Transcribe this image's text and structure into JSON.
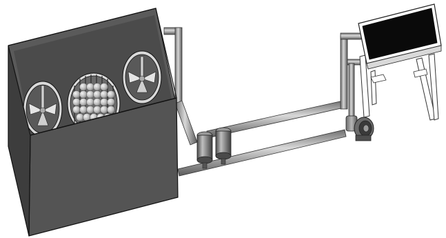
{
  "diagram": {
    "components": [
      {
        "id": "tank",
        "icon": "open-top-tank-icon"
      },
      {
        "id": "left-cylinder",
        "icon": "impeller-cylinder-icon"
      },
      {
        "id": "center-media-basket",
        "icon": "ball-media-basket-icon"
      },
      {
        "id": "right-cylinder",
        "icon": "impeller-cylinder-icon"
      },
      {
        "id": "filter-canister-1",
        "icon": "canister-icon"
      },
      {
        "id": "filter-canister-2",
        "icon": "canister-icon"
      },
      {
        "id": "pump",
        "icon": "pump-icon"
      },
      {
        "id": "solar-panel",
        "icon": "solar-panel-icon"
      },
      {
        "id": "panel-stand",
        "icon": "stand-icon"
      }
    ],
    "pipes": [
      {
        "id": "tank-to-panel-supply",
        "icon": "pipe-icon"
      },
      {
        "id": "tank-to-pump-return",
        "icon": "pipe-icon"
      }
    ],
    "labels": []
  },
  "colors": {
    "tank_front": "#545454",
    "tank_side": "#3d3d3d",
    "tank_outline": "#111111",
    "pipe": "#8a8a8a",
    "pipe_highlight": "#d6d6d6",
    "panel_face": "#0a0a0a",
    "background": "#ffffff"
  }
}
